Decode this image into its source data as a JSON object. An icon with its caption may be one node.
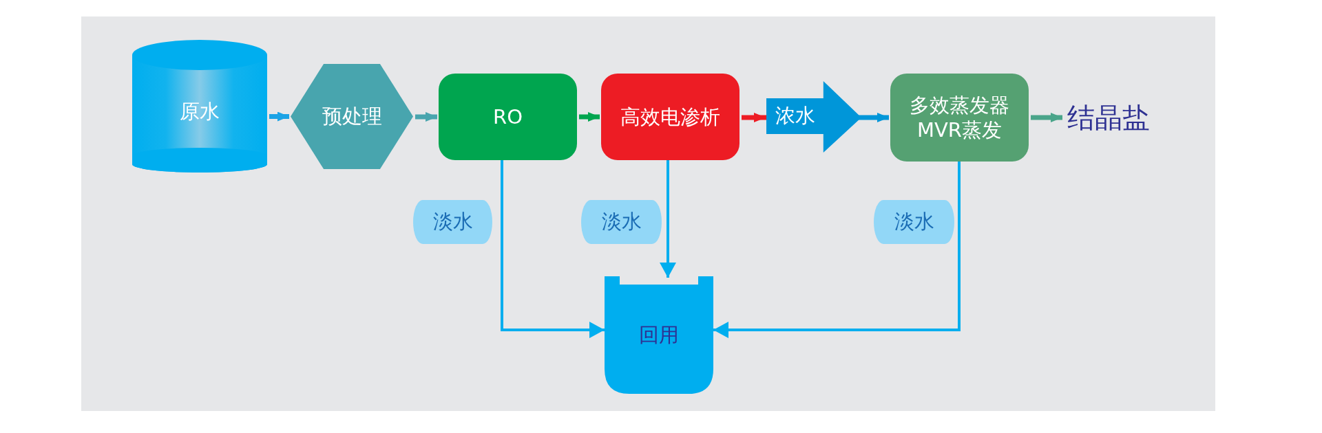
{
  "diagram": {
    "nodes": [
      {
        "text": [
          "原水"
        ]
      },
      {
        "text": [
          "预处理"
        ]
      },
      {
        "text": [
          "RO"
        ]
      },
      {
        "text": [
          "高效电渗析"
        ]
      },
      {
        "text": [
          "多效蒸发器",
          "MVR蒸发"
        ]
      },
      {
        "text": [
          "结晶盐"
        ]
      },
      {
        "text": [
          "回用"
        ]
      }
    ],
    "edges": [
      {
        "from": 0,
        "to": 1,
        "arrow": "to",
        "color": "#1ba3e6"
      },
      {
        "from": 1,
        "to": 2,
        "arrow": "to",
        "color": "#48a5ae"
      },
      {
        "from": 2,
        "to": 3,
        "arrow": "to",
        "color": "#00a54f"
      },
      {
        "from": 3,
        "to": 4,
        "arrow": "to",
        "label": "浓水",
        "color": "#0096d9"
      },
      {
        "from": 4,
        "to": 5,
        "arrow": "to",
        "color": "#4aa58a"
      },
      {
        "from": 2,
        "to": 6,
        "arrow": "to",
        "label": "淡水"
      },
      {
        "from": 3,
        "to": 6,
        "arrow": "to",
        "label": "淡水"
      },
      {
        "from": 4,
        "to": 6,
        "arrow": "to",
        "label": "淡水"
      }
    ]
  }
}
